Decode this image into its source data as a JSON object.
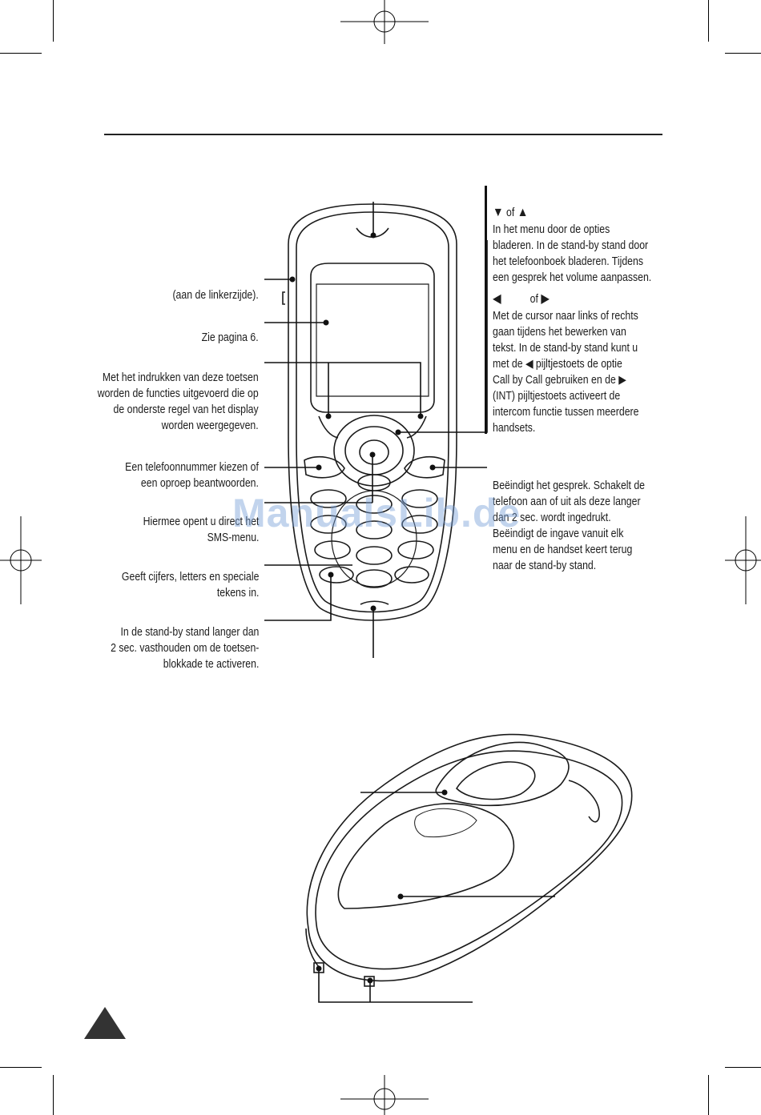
{
  "watermark": "ManualsLib.de",
  "left_labels": {
    "side": "(aan de linkerzijde).",
    "display": "Zie pagina 6.",
    "softkeys": [
      "Met het indrukken van deze toetsen",
      "worden de functies uitgevoerd die op",
      "de onderste regel van het display",
      "worden weergegeven."
    ],
    "call": [
      "Een telefoonnummer kiezen of",
      "een oproep beantwoorden."
    ],
    "sms": [
      "Hiermee opent u direct het",
      "SMS-menu."
    ],
    "keypad": [
      "Geeft cijfers, letters en speciale",
      "tekens in."
    ],
    "keylock": [
      "In de stand-by stand langer dan",
      "2 sec. vasthouden om de toetsen-",
      "blokkade te activeren."
    ]
  },
  "right_labels": {
    "updown_head": {
      "down": "▼",
      "of": "of",
      "up": "▲"
    },
    "updown": [
      "In het menu door de opties",
      "bladeren. In de stand-by stand door",
      "het telefoonboek bladeren. Tijdens",
      "een gesprek het volume aanpassen."
    ],
    "leftright_head": {
      "left": "◀",
      "of": "of",
      "right": "▶"
    },
    "leftright": [
      "Met de cursor naar links of rechts",
      "gaan tijdens het bewerken van",
      "tekst. In de stand-by stand kunt u",
      "met de ◀ pijltjestoets de optie",
      "Call by Call gebruiken en de ▶",
      "(INT) pijltjestoets activeert de",
      "intercom functie tussen meerdere",
      "handsets."
    ],
    "end": [
      "Beëindigt het gesprek. Schakelt de",
      "telefoon aan of uit als deze langer",
      "dan 2 sec. wordt ingedrukt.",
      "Beëindigt de ingave vanuit elk",
      "menu en de handset keert terug",
      "naar de stand-by stand."
    ]
  },
  "colors": {
    "ink": "#1c1c1c",
    "watermark": "#78a0d7",
    "triangle": "#333333"
  }
}
